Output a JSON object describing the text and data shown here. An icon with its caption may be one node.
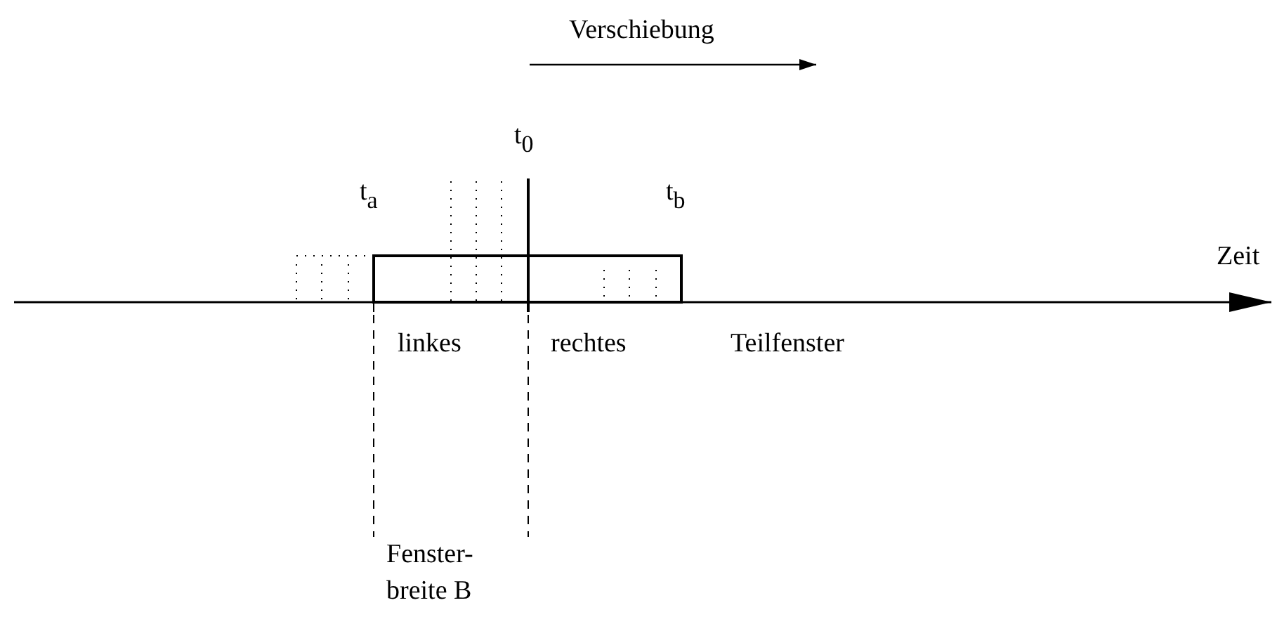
{
  "diagram": {
    "labels": [
      "Verschiebung",
      "t$_{0}$",
      "t$_{a}$",
      "t$_{b}$",
      "Zeit",
      "linkes",
      "rechtes",
      "Teilfenster",
      "Fenster- breite B"
    ]
  }
}
